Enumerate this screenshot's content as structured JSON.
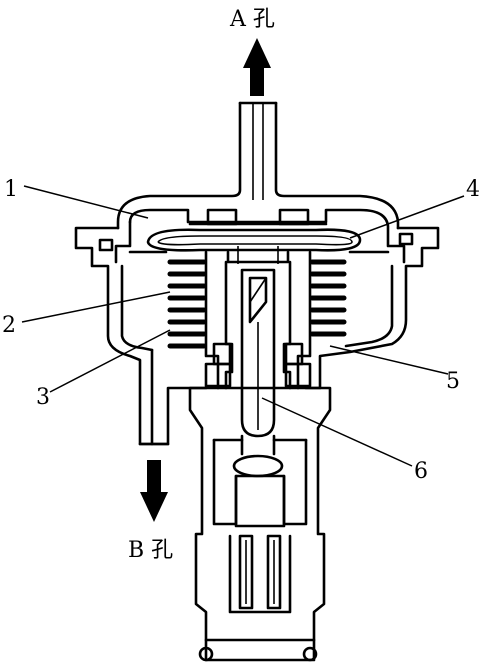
{
  "ports": {
    "a": "A 孔",
    "b": "B 孔"
  },
  "callouts": [
    "1",
    "2",
    "3",
    "4",
    "5",
    "6"
  ]
}
